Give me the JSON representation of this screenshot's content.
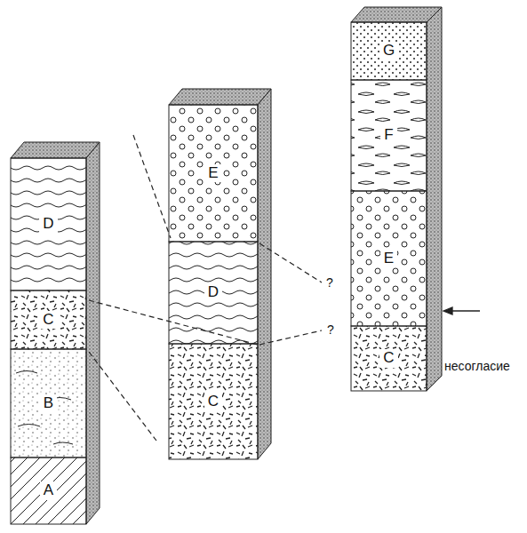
{
  "diagram": {
    "nodes": [
      {
        "text": [
          "D"
        ]
      },
      {
        "text": [
          "C"
        ]
      },
      {
        "text": [
          "B"
        ]
      },
      {
        "text": [
          "A"
        ]
      },
      {
        "text": [
          "E"
        ]
      },
      {
        "text": [
          "D"
        ]
      },
      {
        "text": [
          "C"
        ]
      },
      {
        "text": [
          "G"
        ]
      },
      {
        "text": [
          "F"
        ]
      },
      {
        "text": [
          "E"
        ]
      },
      {
        "text": [
          "C"
        ]
      }
    ],
    "labels": [
      "?",
      "?",
      "несогласие"
    ]
  }
}
